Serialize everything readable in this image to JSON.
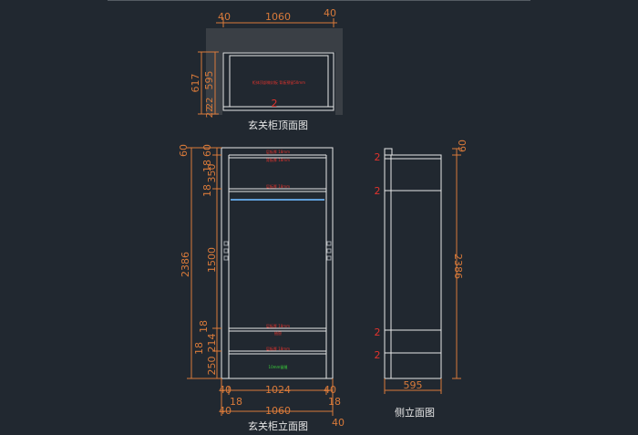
{
  "views": {
    "top": {
      "title": "玄关柜顶面图",
      "note": "柜体顶部做封板 背板预留50mm"
    },
    "front": {
      "title": "玄关柜立面图",
      "notes": [
        "层板厚 18mm",
        "背板厚 18mm",
        "层板厚 18mm",
        "层板厚 18mm",
        "层板厚 18mm",
        "抽屉",
        "10mm留缝"
      ]
    },
    "side": {
      "title": "侧立面图"
    }
  },
  "dimensions": {
    "top_width": "1060",
    "top_left": "40",
    "top_right": "40",
    "top_depth_outer": "617",
    "top_depth_inner": "595",
    "top_small_a": "22",
    "top_small_b": "22",
    "front_top_gap": "60",
    "front_top_gap_b": "60",
    "front_h_total": "2386",
    "front_h_18a": "18",
    "front_h_350": "350",
    "front_h_18b": "18",
    "front_h_1500": "1500",
    "front_h_18c": "18",
    "front_h_18d": "18",
    "front_h_214": "214",
    "front_h_250": "250",
    "front_w_inner": "1024",
    "front_w_outer": "1060",
    "front_w_40a": "40",
    "front_w_40b": "40",
    "front_w_40c": "40",
    "front_w_40d": "40",
    "front_w_18a": "18",
    "front_w_18b": "18",
    "side_h": "2386",
    "side_top": "60",
    "side_w": "595"
  },
  "markers": {
    "shelf_mark": "2"
  },
  "colors": {
    "background": "#212830",
    "dimension": "#d97a3a",
    "line": "#e8e8e8",
    "annotation": "#e0332d",
    "note_green": "#3ad13a"
  }
}
